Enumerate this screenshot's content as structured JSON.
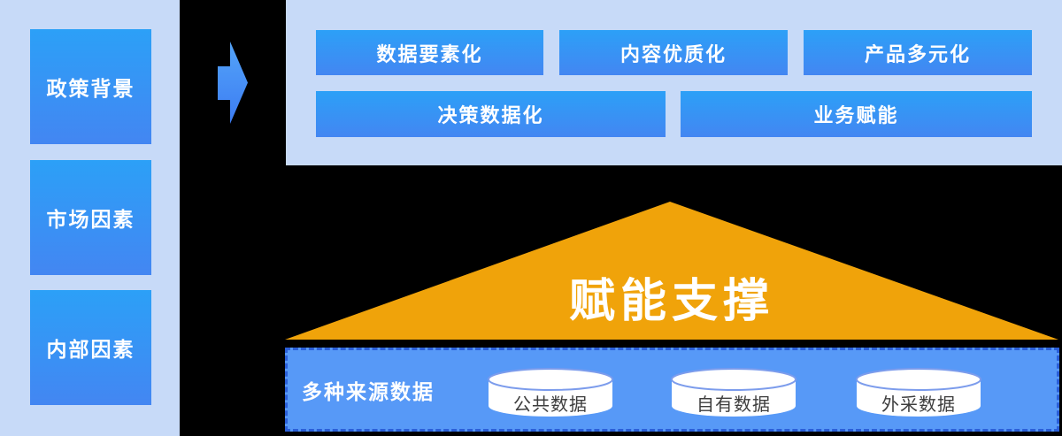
{
  "left_panel": {
    "items": [
      {
        "label": "政策背景"
      },
      {
        "label": "市场因素"
      },
      {
        "label": "内部因素"
      }
    ]
  },
  "top_panel": {
    "row1": [
      {
        "label": "数据要素化"
      },
      {
        "label": "内容优质化"
      },
      {
        "label": "产品多元化"
      }
    ],
    "row2": [
      {
        "label": "决策数据化"
      },
      {
        "label": "业务赋能"
      }
    ]
  },
  "triangle": {
    "label": "赋能支撑",
    "color": "#F0A30A"
  },
  "bottom_bar": {
    "label": "多种来源数据",
    "fill": "#5799F7",
    "border_color": "#2B5FD8",
    "cylinders": [
      {
        "label": "公共数据"
      },
      {
        "label": "自有数据"
      },
      {
        "label": "外采数据"
      }
    ]
  },
  "colors": {
    "background": "#000000",
    "panel_bg": "#C7DAF8",
    "box_gradient_top": "#2CA0F7",
    "box_gradient_bottom": "#4386F2",
    "text_on_blue": "#FFFFFF",
    "cylinder_stroke": "#7C9CEC"
  }
}
